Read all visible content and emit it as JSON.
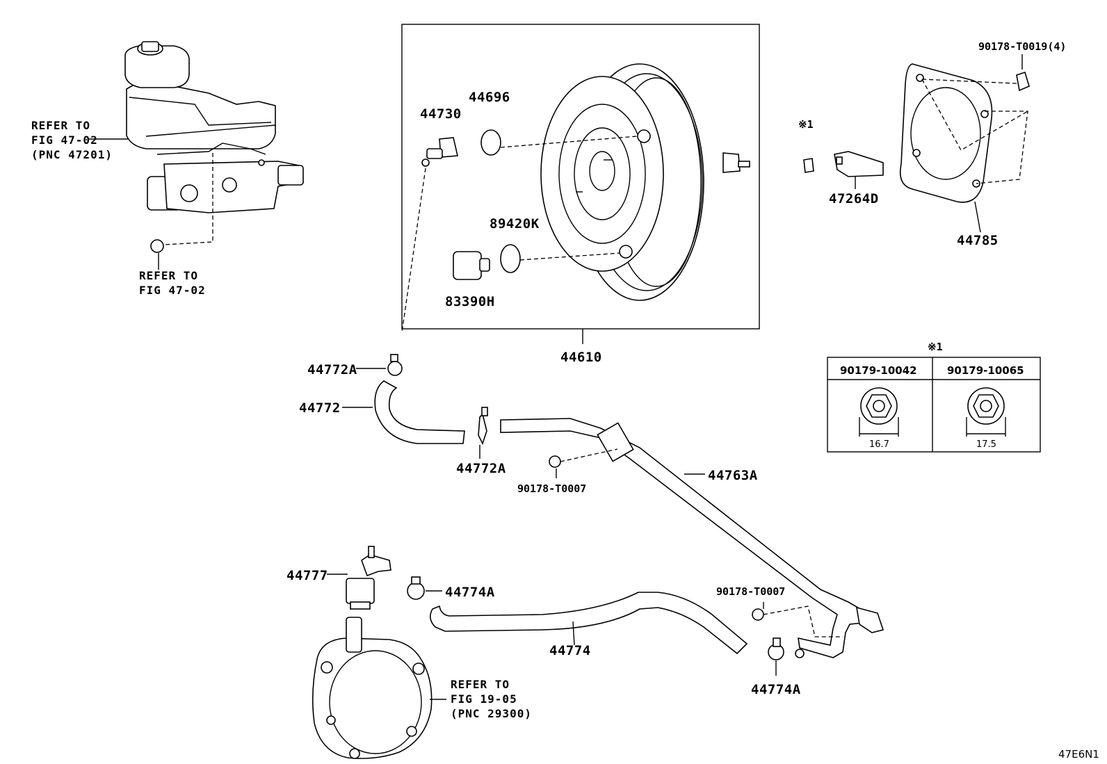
{
  "labels": {
    "p44610": "44610",
    "p44730": "44730",
    "p44696": "44696",
    "p89420k": "89420K",
    "p83390h": "83390H",
    "p90178_t0019": "90178-T0019(4)",
    "p47264d": "47264D",
    "p44785": "44785",
    "mark1_top": "※1",
    "p44772a_top": "44772A",
    "p44772": "44772",
    "p44772a_mid": "44772A",
    "p90178_t0007_a": "90178-T0007",
    "p44763a": "44763A",
    "p44777": "44777",
    "p44774a_left": "44774A",
    "p44774": "44774",
    "p90178_t0007_b": "90178-T0007",
    "p44774a_right": "44774A"
  },
  "refer_notes": {
    "master_cylinder": [
      "REFER TO",
      "FIG 47-02",
      "(PNC 47201)"
    ],
    "reservoir_cap": [
      "REFER TO",
      "FIG 47-02"
    ],
    "vacuum_pump": [
      "REFER TO",
      "FIG 19-05",
      "(PNC 29300)"
    ]
  },
  "nut_table": {
    "mark": "※1",
    "columns": [
      {
        "part": "90179-10042",
        "dimension": "16.7"
      },
      {
        "part": "90179-10065",
        "dimension": "17.5"
      }
    ]
  },
  "figure_code": "47E6N1"
}
